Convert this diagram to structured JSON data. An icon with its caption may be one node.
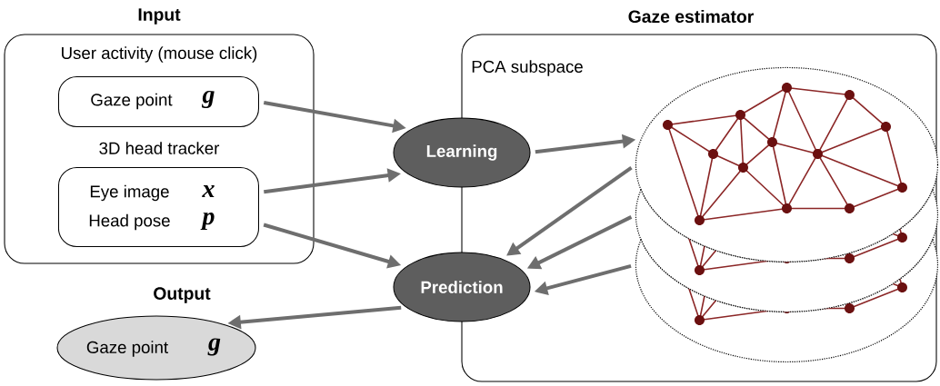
{
  "diagram": {
    "nodes": [
      {
        "text": [
          "Input",
          "User activity (mouse click)",
          "3D head tracker"
        ]
      },
      {
        "text": [
          "Gaze point",
          "g"
        ],
        "in": 0
      },
      {
        "text": [
          "Eye image",
          "x",
          "Head pose",
          "p"
        ],
        "in": 0
      },
      {
        "text": [
          "Gaze estimator",
          "PCA subspace"
        ]
      },
      {
        "text": [
          "Learning"
        ]
      },
      {
        "text": [
          "Prediction"
        ]
      },
      {
        "text": [],
        "shape": "ellipse",
        "in": 3
      },
      {
        "text": [],
        "shape": "ellipse",
        "in": 3
      },
      {
        "text": [],
        "shape": "ellipse",
        "in": 3
      },
      {
        "text": [
          "Output",
          "Gaze point",
          "g"
        ]
      }
    ],
    "edges": [
      {
        "from": 1,
        "to": 4,
        "arrow": "to"
      },
      {
        "from": 2,
        "to": 4,
        "arrow": "to"
      },
      {
        "from": 2,
        "to": 5,
        "arrow": "to"
      },
      {
        "from": 4,
        "to": 6,
        "arrow": "to"
      },
      {
        "from": 6,
        "to": 5,
        "arrow": "to"
      },
      {
        "from": 7,
        "to": 5,
        "arrow": "to"
      },
      {
        "from": 8,
        "to": 5,
        "arrow": "to"
      },
      {
        "from": 5,
        "to": 9,
        "arrow": "to"
      }
    ]
  }
}
